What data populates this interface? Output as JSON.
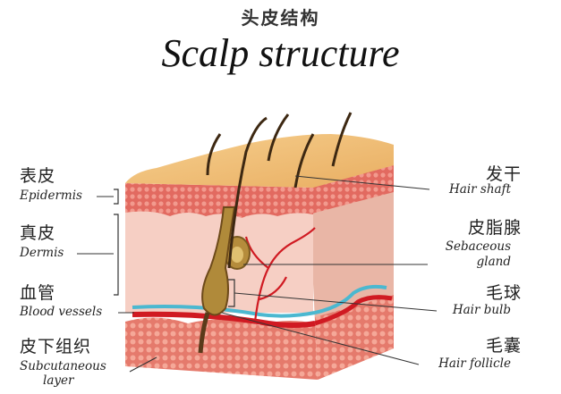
{
  "title_cn": "头皮结构",
  "title_en": "Scalp structure",
  "labels_left": [
    {
      "cn": "表皮",
      "en": "Epidermis"
    },
    {
      "cn": "真皮",
      "en": "Dermis"
    },
    {
      "cn": "血管",
      "en": "Blood vessels"
    },
    {
      "cn": "皮下组织",
      "en": "Subcutaneous",
      "en2": "layer"
    }
  ],
  "labels_right": [
    {
      "cn": "发干",
      "en": "Hair shaft"
    },
    {
      "cn": "皮脂腺",
      "en": "Sebaceous",
      "en2": "gland"
    },
    {
      "cn": "毛球",
      "en": "Hair bulb"
    },
    {
      "cn": "毛囊",
      "en": "Hair follicle"
    }
  ],
  "colors": {
    "top_surface": "#f0c078",
    "epidermis": "#e0605a",
    "dermis": "#f6cfc4",
    "dermis_side": "#e9b6a6",
    "subcutaneous": "#e8786a",
    "blood_vessel": "#d01a22",
    "vein": "#4bb8d0",
    "hair": "#4a3118",
    "follicle": "#b08a3a"
  }
}
